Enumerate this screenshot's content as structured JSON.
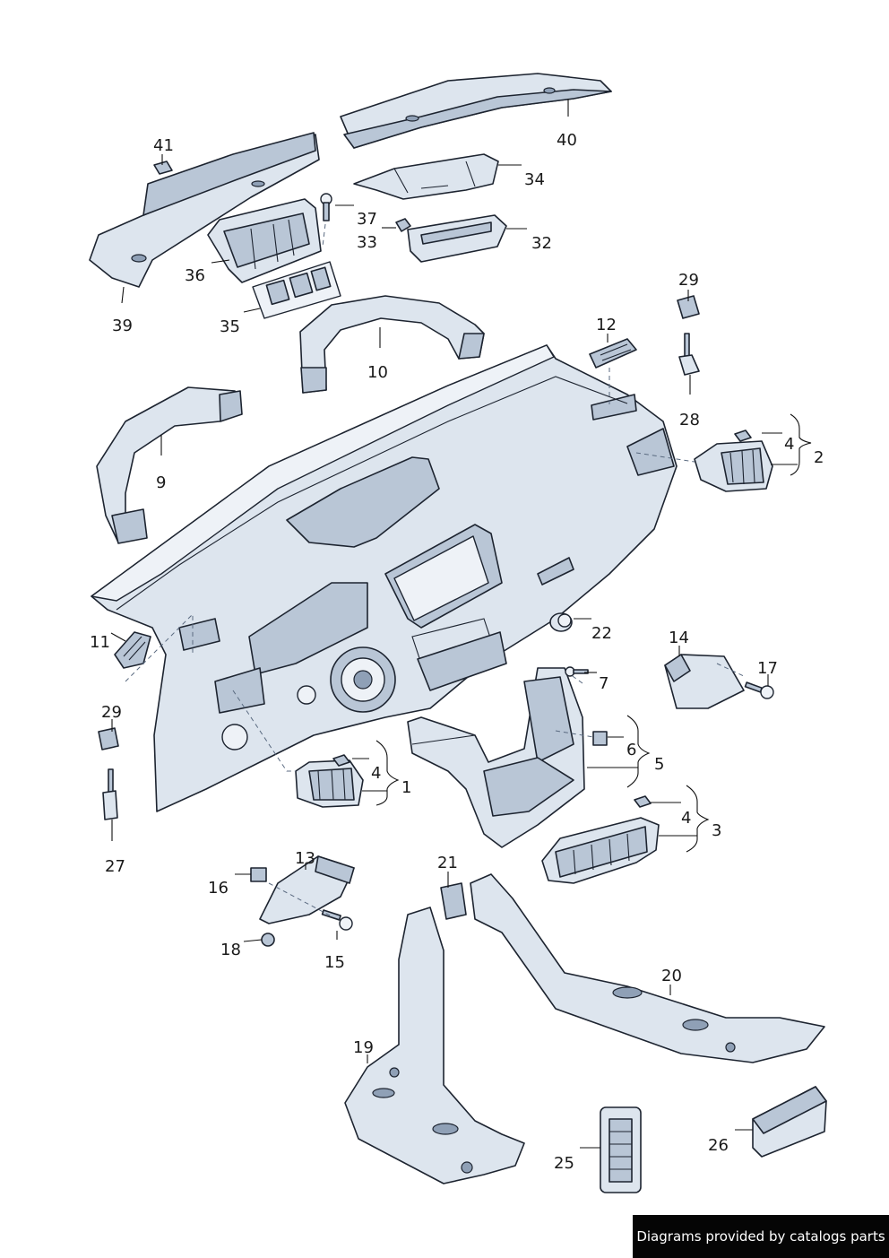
{
  "watermark": "Diagrams provided by catalogs parts",
  "callouts": {
    "c41": "41",
    "c40": "40",
    "c34": "34",
    "c37": "37",
    "c33": "33",
    "c32": "32",
    "c36": "36",
    "c39": "39",
    "c35": "35",
    "c10": "10",
    "c29a": "29",
    "c12": "12",
    "c28": "28",
    "c9": "9",
    "c4a": "4",
    "c2": "2",
    "c11": "11",
    "c22": "22",
    "c14": "14",
    "c17": "17",
    "c7": "7",
    "c29b": "29",
    "c6": "6",
    "c5": "5",
    "c4b": "4",
    "c1": "1",
    "c4c": "4",
    "c3": "3",
    "c27": "27",
    "c13": "13",
    "c21": "21",
    "c16": "16",
    "c15": "15",
    "c18": "18",
    "c20": "20",
    "c19": "19",
    "c25": "25",
    "c26": "26"
  }
}
